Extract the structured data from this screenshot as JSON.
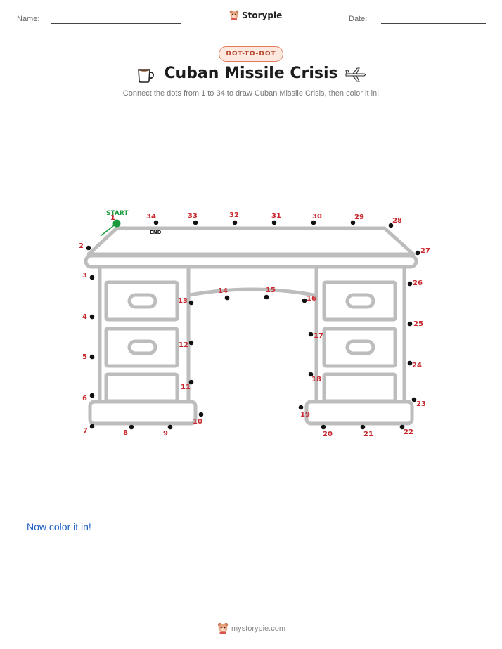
{
  "header": {
    "name_label": "Name:",
    "date_label": "Date:",
    "brand": "Storypie"
  },
  "badge": "DOT-TO-DOT",
  "title": "Cuban Missile Crisis",
  "subtitle": "Connect the dots from 1 to 34 to draw Cuban Missile Crisis, then color it in!",
  "markers": {
    "start": "START",
    "end": "END"
  },
  "dots": [
    "1",
    "2",
    "3",
    "4",
    "5",
    "6",
    "7",
    "8",
    "9",
    "10",
    "11",
    "12",
    "13",
    "14",
    "15",
    "16",
    "17",
    "18",
    "19",
    "20",
    "21",
    "22",
    "23",
    "24",
    "25",
    "26",
    "27",
    "28",
    "29",
    "30",
    "31",
    "32",
    "33",
    "34"
  ],
  "color_prompt": "Now color it in!",
  "footer": "mystorypie.com",
  "colors": {
    "dot_label": "#c8282e",
    "start": "#1a9a3c",
    "outline": "#bdbdbd",
    "badge": "#b6452a",
    "link": "#1e5fc4"
  },
  "icons": {
    "brand": "storypie-mascot-icon",
    "left": "coffee-mug-icon",
    "right": "airplane-icon"
  }
}
